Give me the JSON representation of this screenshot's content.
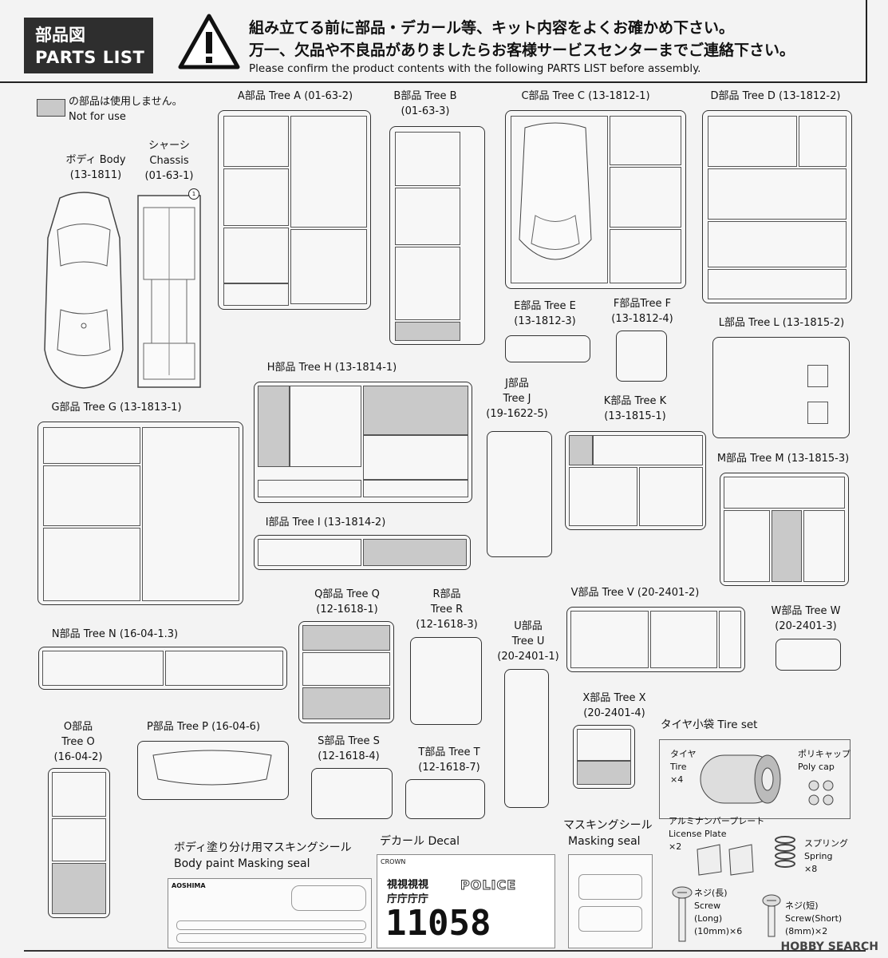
{
  "header": {
    "title_jp": "部品図",
    "title_en": "PARTS LIST",
    "line1": "組み立てる前に部品・デカール等、キット内容をよくお確かめ下さい。",
    "line2": "万一、欠品や不良品がありましたらお客様サービスセンターまでご連絡下さい。",
    "line3": "Please confirm the product contents with the following PARTS LIST before assembly.",
    "warning_icon": "warning-triangle-icon"
  },
  "legend": {
    "jp": "の部品は使用しません。",
    "en": "Not for use",
    "swatch_color": "#c9c9c9"
  },
  "body": {
    "jp": "ボディ Body",
    "code": "(13-1811)"
  },
  "chassis": {
    "jp": "シャーシ",
    "en": "Chassis",
    "code": "(01-63-1)"
  },
  "trees": {
    "a": "A部品 Tree A (01-63-2)",
    "b1": "B部品 Tree B",
    "b2": "(01-63-3)",
    "c": "C部品 Tree C (13-1812-1)",
    "d": "D部品 Tree D (13-1812-2)",
    "e1": "E部品 Tree E",
    "e2": "(13-1812-3)",
    "f1": "F部品Tree F",
    "f2": "(13-1812-4)",
    "l": "L部品 Tree L (13-1815-2)",
    "h": "H部品 Tree H (13-1814-1)",
    "g": "G部品 Tree G (13-1813-1)",
    "j1": "J部品",
    "j2": "Tree J",
    "j3": "(19-1622-5)",
    "k1": "K部品 Tree K",
    "k2": "(13-1815-1)",
    "m": "M部品 Tree M (13-1815-3)",
    "i": "I部品 Tree I (13-1814-2)",
    "q1": "Q部品 Tree Q",
    "q2": "(12-1618-1)",
    "r1": "R部品",
    "r2": "Tree R",
    "r3": "(12-1618-3)",
    "u1": "U部品",
    "u2": "Tree U",
    "u3": "(20-2401-1)",
    "v": "V部品 Tree V (20-2401-2)",
    "w1": "W部品 Tree W",
    "w2": "(20-2401-3)",
    "n": "N部品 Tree N (16-04-1.3)",
    "x1": "X部品 Tree X",
    "x2": "(20-2401-4)",
    "o1": "O部品",
    "o2": "Tree O",
    "o3": "(16-04-2)",
    "p": "P部品 Tree P (16-04-6)",
    "s1": "S部品 Tree S",
    "s2": "(12-1618-4)",
    "t1": "T部品 Tree T",
    "t2": "(12-1618-7)"
  },
  "tire_set": {
    "title": "タイヤ小袋 Tire set",
    "tire": [
      "タイヤ",
      "Tire",
      "×4"
    ],
    "polycap": [
      "ポリキャップ",
      "Poly cap"
    ],
    "plate": [
      "アルミナンバープレート",
      "License Plate",
      "×2"
    ],
    "spring": [
      "スプリング",
      "Spring",
      "×8"
    ],
    "screw_long": [
      "ネジ(長)",
      "Screw",
      "(Long)",
      "(10mm)×6"
    ],
    "screw_short": [
      "ネジ(短)",
      "Screw(Short)",
      "(8mm)×2"
    ]
  },
  "masking": {
    "body_jp": "ボディ塗り分け用マスキングシール",
    "body_en": "Body paint Masking seal",
    "decal": "デカール Decal",
    "seal_jp": "マスキングシール",
    "seal_en": "Masking seal",
    "decal_number": "11058",
    "brand": "AOSHIMA",
    "decal_texts": [
      "CROWN",
      "視視視視",
      "庁庁庁庁",
      "POLICE"
    ]
  },
  "watermark": "HOBBY SEARCH"
}
